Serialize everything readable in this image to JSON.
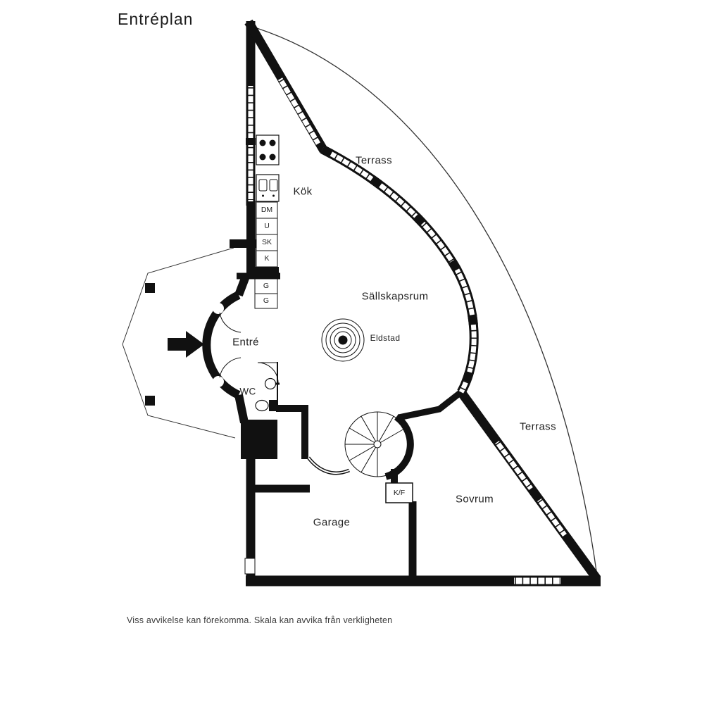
{
  "title": "Entréplan",
  "footer": "Viss avvikelse kan förekomma. Skala kan avvika från verkligheten",
  "labels": {
    "terrass_top": "Terrass",
    "kok": "Kök",
    "sallskapsrum": "Sällskapsrum",
    "eldstad": "Eldstad",
    "entre": "Entré",
    "wc": "WC",
    "terrass_right": "Terrass",
    "sovrum": "Sovrum",
    "garage": "Garage",
    "kf": "K/F",
    "dm": "DM",
    "u": "U",
    "sk": "SK",
    "k": "K",
    "g_upper": "G",
    "g_lower": "G"
  },
  "colors": {
    "wall": "#111111",
    "thin_line": "#333333",
    "background": "#ffffff",
    "text": "#222222"
  }
}
